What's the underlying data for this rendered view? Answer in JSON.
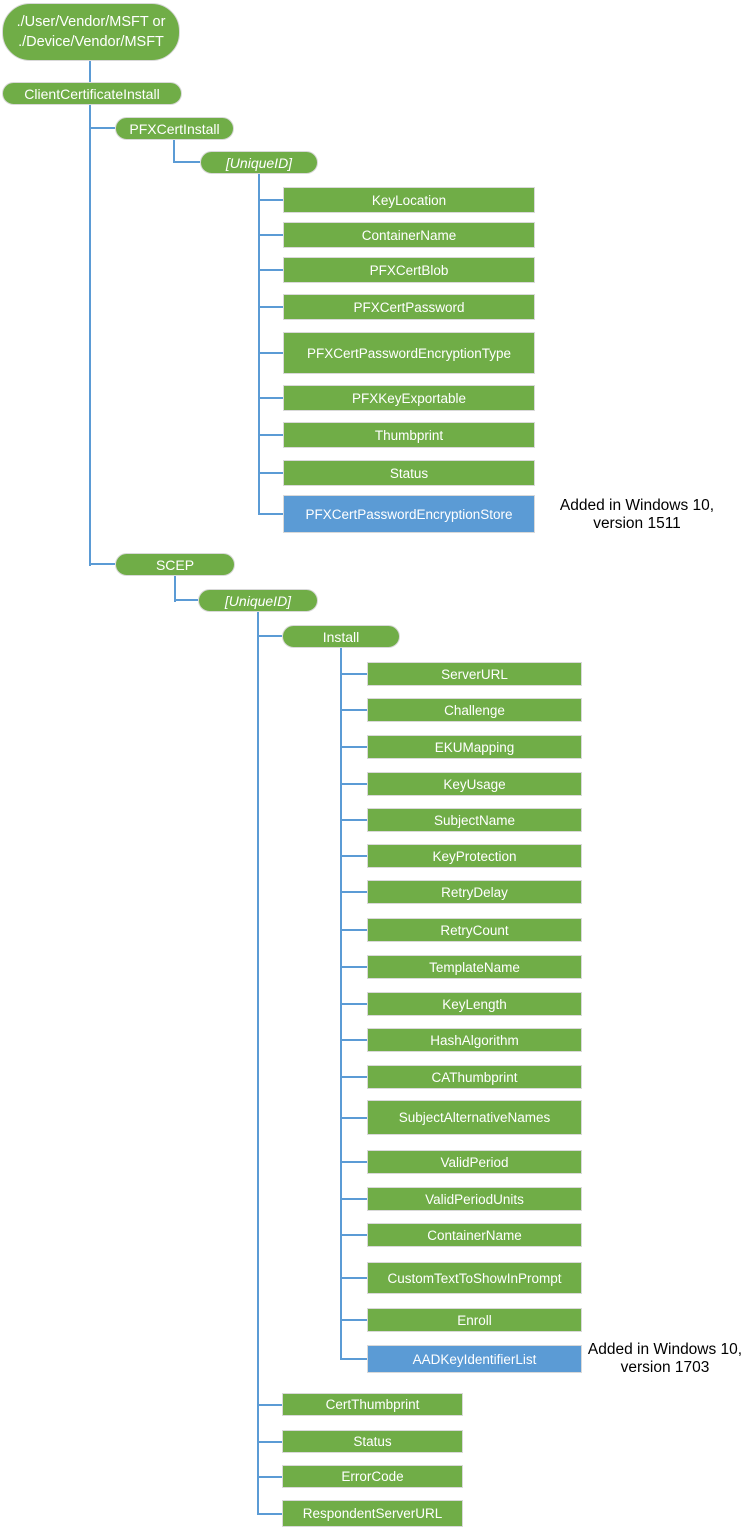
{
  "diagram": {
    "root": {
      "lines": [
        "./User/Vendor/MSFT or",
        "./Device/Vendor/MSFT"
      ]
    },
    "nodes": {
      "client_certificate_install": "ClientCertificateInstall",
      "pfx_cert_install": "PFXCertInstall",
      "pfx_unique_id": "[UniqueID]",
      "scep": "SCEP",
      "scep_unique_id": "[UniqueID]",
      "install": "Install"
    },
    "pfx_children": [
      {
        "label": "KeyLocation",
        "style": "green"
      },
      {
        "label": "ContainerName",
        "style": "green"
      },
      {
        "label": "PFXCertBlob",
        "style": "green"
      },
      {
        "label": "PFXCertPassword",
        "style": "green"
      },
      {
        "label": "PFXCertPasswordEncryptionType",
        "style": "green"
      },
      {
        "label": "PFXKeyExportable",
        "style": "green"
      },
      {
        "label": "Thumbprint",
        "style": "green"
      },
      {
        "label": "Status",
        "style": "green"
      },
      {
        "label": "PFXCertPasswordEncryptionStore",
        "style": "blue"
      }
    ],
    "install_children": [
      {
        "label": "ServerURL",
        "style": "green"
      },
      {
        "label": "Challenge",
        "style": "green"
      },
      {
        "label": "EKUMapping",
        "style": "green"
      },
      {
        "label": "KeyUsage",
        "style": "green"
      },
      {
        "label": "SubjectName",
        "style": "green"
      },
      {
        "label": "KeyProtection",
        "style": "green"
      },
      {
        "label": "RetryDelay",
        "style": "green"
      },
      {
        "label": "RetryCount",
        "style": "green"
      },
      {
        "label": "TemplateName",
        "style": "green"
      },
      {
        "label": "KeyLength",
        "style": "green"
      },
      {
        "label": "HashAlgorithm",
        "style": "green"
      },
      {
        "label": "CAThumbprint",
        "style": "green"
      },
      {
        "label": "SubjectAlternativeNames",
        "style": "green"
      },
      {
        "label": "ValidPeriod",
        "style": "green"
      },
      {
        "label": "ValidPeriodUnits",
        "style": "green"
      },
      {
        "label": "ContainerName",
        "style": "green"
      },
      {
        "label": "CustomTextToShowInPrompt",
        "style": "green"
      },
      {
        "label": "Enroll",
        "style": "green"
      },
      {
        "label": "AADKeyIdentifierList",
        "style": "blue"
      }
    ],
    "scep_children": [
      {
        "label": "CertThumbprint",
        "style": "green"
      },
      {
        "label": "Status",
        "style": "green"
      },
      {
        "label": "ErrorCode",
        "style": "green"
      },
      {
        "label": "RespondentServerURL",
        "style": "green"
      }
    ],
    "annotations": {
      "added_1511": {
        "line1": "Added in Windows 10,",
        "line2": "version 1511"
      },
      "added_1703": {
        "line1": "Added in Windows 10,",
        "line2": "version 1703"
      }
    },
    "colors": {
      "node_green": "#70AD47",
      "node_blue": "#5B9BD5",
      "connector_blue": "#5B9BD5",
      "box_border": "#D9D9D9",
      "node_text": "#FFFFFF",
      "annotation_text": "#000000",
      "background": "#FFFFFF"
    }
  }
}
